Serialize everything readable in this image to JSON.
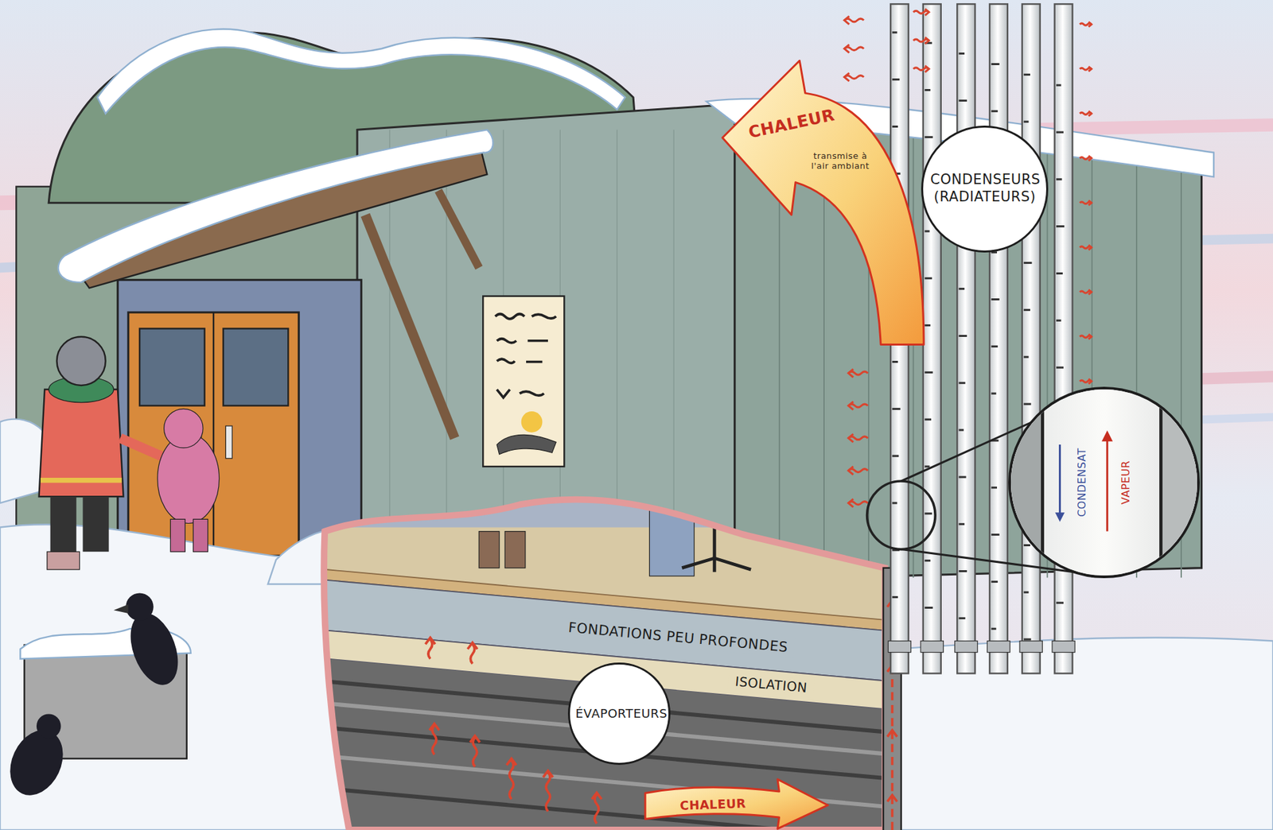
{
  "diagram": {
    "nodes": [
      {
        "text": [
          "CHALEUR",
          "transmise à l'air ambiant"
        ]
      },
      {
        "text": [
          "CONDENSEURS (RADIATEURS)"
        ]
      },
      {
        "text": [
          "CONDENSAT",
          "VAPEUR"
        ]
      },
      {
        "text": [
          "FONDATIONS PEU PROFONDES"
        ]
      },
      {
        "text": [
          "ISOLATION"
        ]
      },
      {
        "text": [
          "ÉVAPORTEURS"
        ]
      },
      {
        "text": [
          "CHALEUR"
        ]
      }
    ]
  }
}
